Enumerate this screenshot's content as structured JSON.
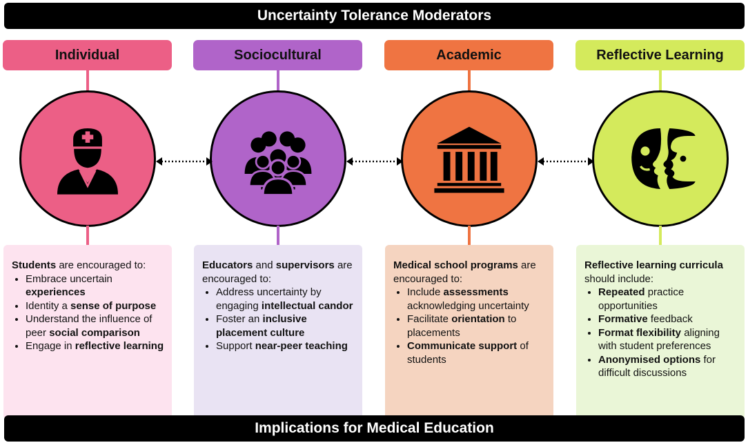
{
  "title": "Uncertainty Tolerance Moderators",
  "footer": "Implications for Medical Education",
  "colors": {
    "individual": "#ec5f86",
    "individual_box": "#fde3ef",
    "sociocultural": "#b064c9",
    "sociocultural_box": "#e9e3f3",
    "academic": "#ef7442",
    "academic_box": "#f5d4c0",
    "reflective": "#d4ea5c",
    "reflective_box": "#eaf6d7"
  },
  "columns": [
    {
      "header": "Individual",
      "icon": "doctor-icon",
      "intro": [
        {
          "b": "Students"
        },
        {
          "t": " are encouraged to:"
        }
      ],
      "items": [
        [
          {
            "t": "Embrace uncertain "
          },
          {
            "b": "experiences"
          }
        ],
        [
          {
            "t": "Identity a "
          },
          {
            "b": "sense of purpose"
          }
        ],
        [
          {
            "t": "Understand the influence of peer "
          },
          {
            "b": "social comparison"
          }
        ],
        [
          {
            "t": "Engage in "
          },
          {
            "b": "reflective learning"
          }
        ]
      ]
    },
    {
      "header": "Sociocultural",
      "icon": "group-icon",
      "intro": [
        {
          "b": "Educators"
        },
        {
          "t": " and "
        },
        {
          "b": "supervisors"
        },
        {
          "t": " are encouraged to:"
        }
      ],
      "items": [
        [
          {
            "t": "Address uncertainty by engaging "
          },
          {
            "b": "intellectual candor"
          }
        ],
        [
          {
            "t": "Foster an "
          },
          {
            "b": "inclusive placement culture"
          }
        ],
        [
          {
            "t": "Support "
          },
          {
            "b": "near-peer teaching"
          }
        ]
      ]
    },
    {
      "header": "Academic",
      "icon": "institution-icon",
      "intro": [
        {
          "b": "Medical school programs"
        },
        {
          "t": " are encouraged to:"
        }
      ],
      "items": [
        [
          {
            "t": "Include "
          },
          {
            "b": "assessments"
          },
          {
            "t": " acknowledging uncertainty"
          }
        ],
        [
          {
            "t": "Facilitate "
          },
          {
            "b": "orientation"
          },
          {
            "t": " to placements"
          }
        ],
        [
          {
            "b": "Communicate support"
          },
          {
            "t": " of students"
          }
        ]
      ]
    },
    {
      "header": "Reflective Learning",
      "icon": "reflection-faces-icon",
      "intro": [
        {
          "b": "Reflective learning curricula"
        },
        {
          "t": " should include:"
        }
      ],
      "items": [
        [
          {
            "b": "Repeated"
          },
          {
            "t": " practice opportunities"
          }
        ],
        [
          {
            "b": "Formative"
          },
          {
            "t": " feedback"
          }
        ],
        [
          {
            "b": "Format flexibility"
          },
          {
            "t": " aligning with student preferences"
          }
        ],
        [
          {
            "b": "Anonymised options"
          },
          {
            "t": " for difficult discussions"
          }
        ]
      ]
    }
  ]
}
